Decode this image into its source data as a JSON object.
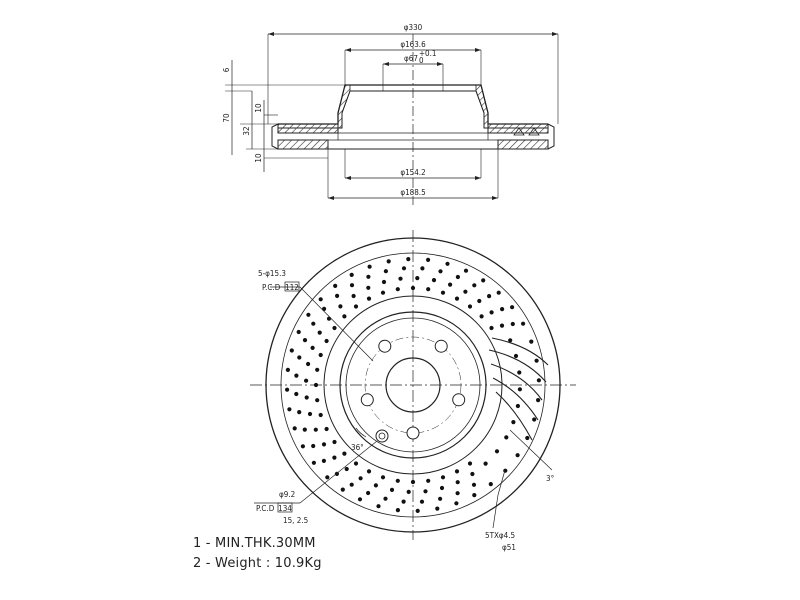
{
  "section_view": {
    "dim_outer_dia": "φ330",
    "dim_hat_dia": "φ163.6",
    "dim_center_bore": "φ67",
    "dim_center_bore_tol_upper": "+0.1",
    "dim_center_bore_tol_lower": "0",
    "dim_hat_thickness": "6",
    "dim_total_height": "70",
    "dim_flange_height": "10",
    "dim_disc_thickness": "32",
    "dim_lower_height": "10",
    "dim_inner_dia_1": "φ154.2",
    "dim_inner_dia_2": "φ188.5"
  },
  "face_view": {
    "bolt_holes_label": "5-φ15.3",
    "bolt_pcd_prefix": "P.C.D",
    "bolt_pcd_value": "112",
    "angle_label": "36°",
    "small_hole_label": "φ9.2",
    "small_pcd_prefix": "P.C.D",
    "small_pcd_value": "134",
    "chamfer_label": "15, 2.5",
    "groove_label": "5TXφ4.5",
    "groove_dia_label": "φ51",
    "slot_angle_label": "3°"
  },
  "notes": [
    "1 - MIN.THK.30MM",
    "2 - Weight : 10.9Kg"
  ]
}
